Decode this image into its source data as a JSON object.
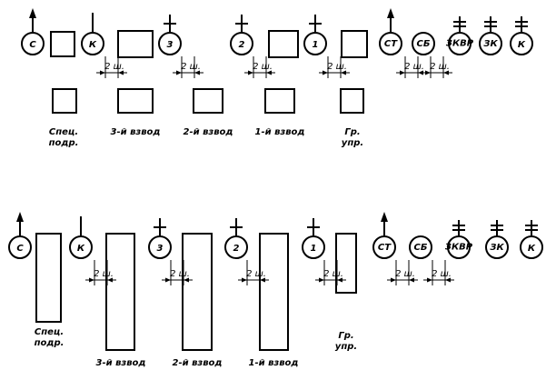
{
  "formation_top": {
    "nodes": [
      {
        "id": "c1",
        "label": "С",
        "mark": "arrow"
      },
      {
        "id": "k1",
        "label": "К",
        "mark": "line"
      },
      {
        "id": "z3",
        "label": "3",
        "mark": "plus"
      },
      {
        "id": "z2",
        "label": "2",
        "mark": "plus"
      },
      {
        "id": "z1",
        "label": "1",
        "mark": "plus"
      },
      {
        "id": "st",
        "label": "СТ",
        "mark": "arrow"
      },
      {
        "id": "sb",
        "label": "СБ",
        "mark": "none"
      },
      {
        "id": "zkvr",
        "label": "ЗКВР",
        "mark": "double"
      },
      {
        "id": "zk",
        "label": "ЗК",
        "mark": "double"
      },
      {
        "id": "k2",
        "label": "К",
        "mark": "double"
      }
    ],
    "distance_label": "2 ш.",
    "captions": [
      {
        "id": "spec",
        "lines": [
          "Спец.",
          "подр."
        ]
      },
      {
        "id": "v3",
        "lines": [
          "3-й взвод"
        ]
      },
      {
        "id": "v2",
        "lines": [
          "2-й взвод"
        ]
      },
      {
        "id": "v1",
        "lines": [
          "1-й взвод"
        ]
      },
      {
        "id": "gr",
        "lines": [
          "Гр.",
          "упр."
        ]
      }
    ]
  },
  "formation_bottom": {
    "nodes": [
      {
        "id": "c1",
        "label": "С",
        "mark": "arrow"
      },
      {
        "id": "k1",
        "label": "К",
        "mark": "line"
      },
      {
        "id": "z3",
        "label": "3",
        "mark": "plus"
      },
      {
        "id": "z2",
        "label": "2",
        "mark": "plus"
      },
      {
        "id": "z1",
        "label": "1",
        "mark": "plus"
      },
      {
        "id": "st",
        "label": "СТ",
        "mark": "arrow"
      },
      {
        "id": "sb",
        "label": "СБ",
        "mark": "none"
      },
      {
        "id": "zkvr",
        "label": "ЗКВР",
        "mark": "double"
      },
      {
        "id": "zk",
        "label": "ЗК",
        "mark": "double"
      },
      {
        "id": "k2",
        "label": "К",
        "mark": "double"
      }
    ],
    "distance_label": "2 ш.",
    "captions": [
      {
        "id": "spec",
        "lines": [
          "Спец.",
          "подр."
        ]
      },
      {
        "id": "v3",
        "lines": [
          "3-й взвод"
        ]
      },
      {
        "id": "v2",
        "lines": [
          "2-й взвод"
        ]
      },
      {
        "id": "v1",
        "lines": [
          "1-й взвод"
        ]
      },
      {
        "id": "gr",
        "lines": [
          "Гр.",
          "упр."
        ]
      }
    ]
  }
}
